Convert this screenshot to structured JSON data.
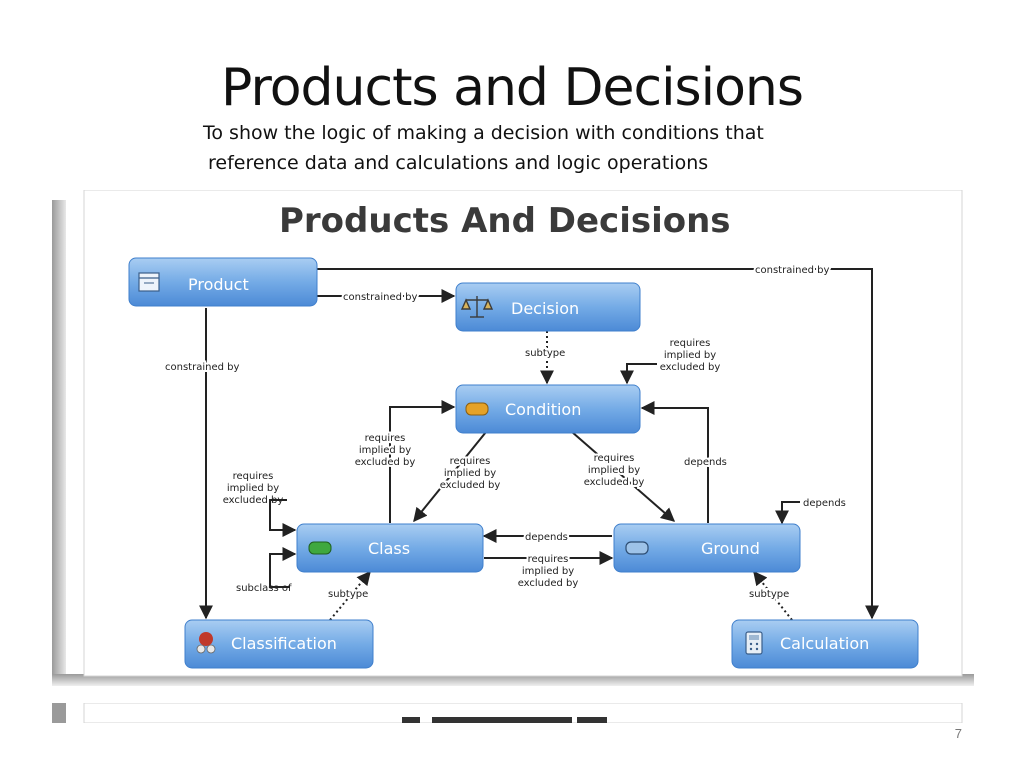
{
  "slide": {
    "title": "Products and Decisions",
    "subtitle_line1": "To show the logic of making a decision with conditions that",
    "subtitle_line2": "reference data and calculations and logic operations",
    "page_number": "7"
  },
  "diagram": {
    "heading": "Products And Decisions",
    "nodes": {
      "product": "Product",
      "decision": "Decision",
      "condition": "Condition",
      "class": "Class",
      "ground": "Ground",
      "classification": "Classification",
      "calculation": "Calculation"
    },
    "edge_labels": {
      "product_calculation": "constrained by",
      "product_decision": "constrained by",
      "product_classification": "constrained by",
      "decision_condition": "subtype",
      "condition_self": [
        "requires",
        "implied by",
        "excluded by"
      ],
      "class_condition": [
        "requires",
        "implied by",
        "excluded by"
      ],
      "condition_class": [
        "requires",
        "implied by",
        "excluded by"
      ],
      "condition_ground": [
        "requires",
        "implied by",
        "excluded by"
      ],
      "ground_condition": "depends",
      "class_self": [
        "requires",
        "implied by",
        "excluded by"
      ],
      "class_subclass": "subclass of",
      "ground_class": "depends",
      "class_ground": [
        "requires",
        "implied by",
        "excluded by"
      ],
      "calculation_ground": "depends",
      "classification_class": "subtype",
      "calculation_ground_subtype": "subtype"
    },
    "colors": {
      "node_top": "#9fc6f0",
      "node_bottom": "#4f8fda",
      "node_text": "#ffffff",
      "edge": "#222222",
      "condition_icon": "#e5a228",
      "class_icon": "#3fa83f",
      "ground_icon": "#9ec3e8"
    },
    "icons": {
      "product": "box-icon",
      "decision": "scales-icon",
      "condition": "orange-pill-icon",
      "class": "green-pill-icon",
      "ground": "blue-pill-icon",
      "classification": "people-icon",
      "calculation": "calculator-icon"
    }
  }
}
